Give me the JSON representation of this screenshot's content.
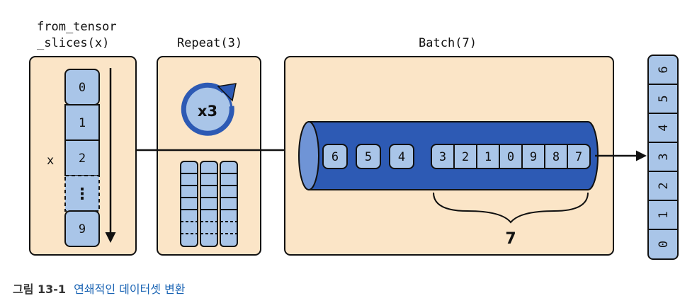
{
  "stages": {
    "from_tensor_slices": {
      "title_line1": "from_tensor",
      "title_line2": "_slices(x)",
      "side_label": "x",
      "items": [
        "0",
        "1",
        "2",
        "⋮",
        "9"
      ]
    },
    "repeat": {
      "title": "Repeat(3)",
      "badge": "x3"
    },
    "batch": {
      "title": "Batch(7)",
      "pipe_items": [
        "6",
        "5",
        "4"
      ],
      "batch_items": [
        "3",
        "2",
        "1",
        "0",
        "9",
        "8",
        "7"
      ],
      "brace_label": "7"
    },
    "output": {
      "items": [
        "6",
        "5",
        "4",
        "3",
        "2",
        "1",
        "0"
      ]
    }
  },
  "caption": {
    "number": "그림 13-1",
    "text": "연쇄적인 데이터셋 변환"
  },
  "colors": {
    "panel": "#fbe5c7",
    "cell": "#a9c5e8",
    "pipe": "#2d5ab4",
    "pipe_light": "#6f94d6",
    "ink": "#111111",
    "caption_accent": "#1a64b4"
  }
}
